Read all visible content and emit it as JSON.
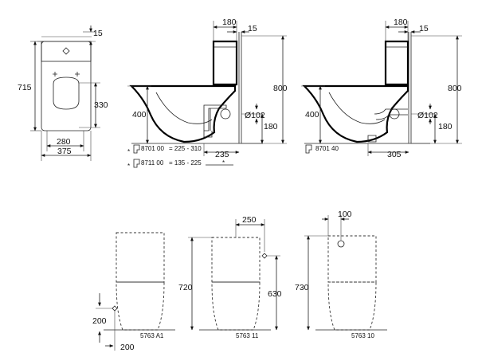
{
  "views": {
    "plan": {
      "dim_top": "15",
      "dim_height": "715",
      "dim_seat": "330",
      "dim_inner_width": "280",
      "dim_width": "375"
    },
    "side_a": {
      "dim_top": "180",
      "dim_top_small": "15",
      "dim_total_height": "800",
      "dim_bowl_height": "400",
      "dim_pipe": "Ø102",
      "dim_outlet_height": "180",
      "dim_outlet_dist": "235",
      "part1_code": "8701 00",
      "part1_range": "= 225 - 310",
      "part2_code": "8711 00",
      "part2_range": "= 135 - 225",
      "asterisk": "*"
    },
    "side_b": {
      "dim_top": "180",
      "dim_top_small": "15",
      "dim_total_height": "800",
      "dim_bowl_height": "400",
      "dim_pipe": "Ø102",
      "dim_outlet_height": "180",
      "dim_outlet_dist": "305",
      "part_code": "8701 40"
    },
    "bottom_1": {
      "dim_height": "200",
      "dim_width": "200",
      "code": "5763 A1"
    },
    "bottom_2": {
      "dim_top": "250",
      "dim_height": "720",
      "dim_height2": "630",
      "code": "5763 11"
    },
    "bottom_3": {
      "dim_top": "100",
      "dim_height": "730",
      "code": "5763 10"
    }
  }
}
